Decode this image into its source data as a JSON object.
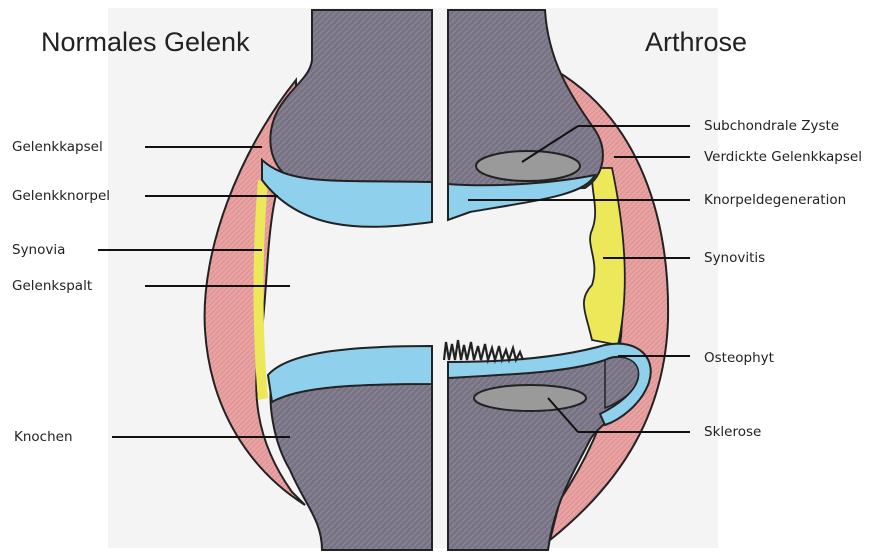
{
  "titles": {
    "left": "Normales Gelenk",
    "right": "Arthrose"
  },
  "labels_left": {
    "capsule": "Gelenkkapsel",
    "cartilage": "Gelenkknorpel",
    "synovia": "Synovia",
    "joint_space": "Gelenkspalt",
    "bone": "Knochen"
  },
  "labels_right": {
    "cyst": "Subchondrale Zyste",
    "thick_capsule": "Verdickte Gelenkkapsel",
    "degeneration": "Knorpeldegeneration",
    "synovitis": "Synovitis",
    "osteophyte": "Osteophyt",
    "sclerosis": "Sklerose"
  },
  "colors": {
    "bone": "#7d7888",
    "cartilage": "#8fd0ec",
    "capsule": "#e49a9a",
    "synovia": "#eeee6a",
    "cyst": "#9a9a9a",
    "outline": "#222222"
  }
}
